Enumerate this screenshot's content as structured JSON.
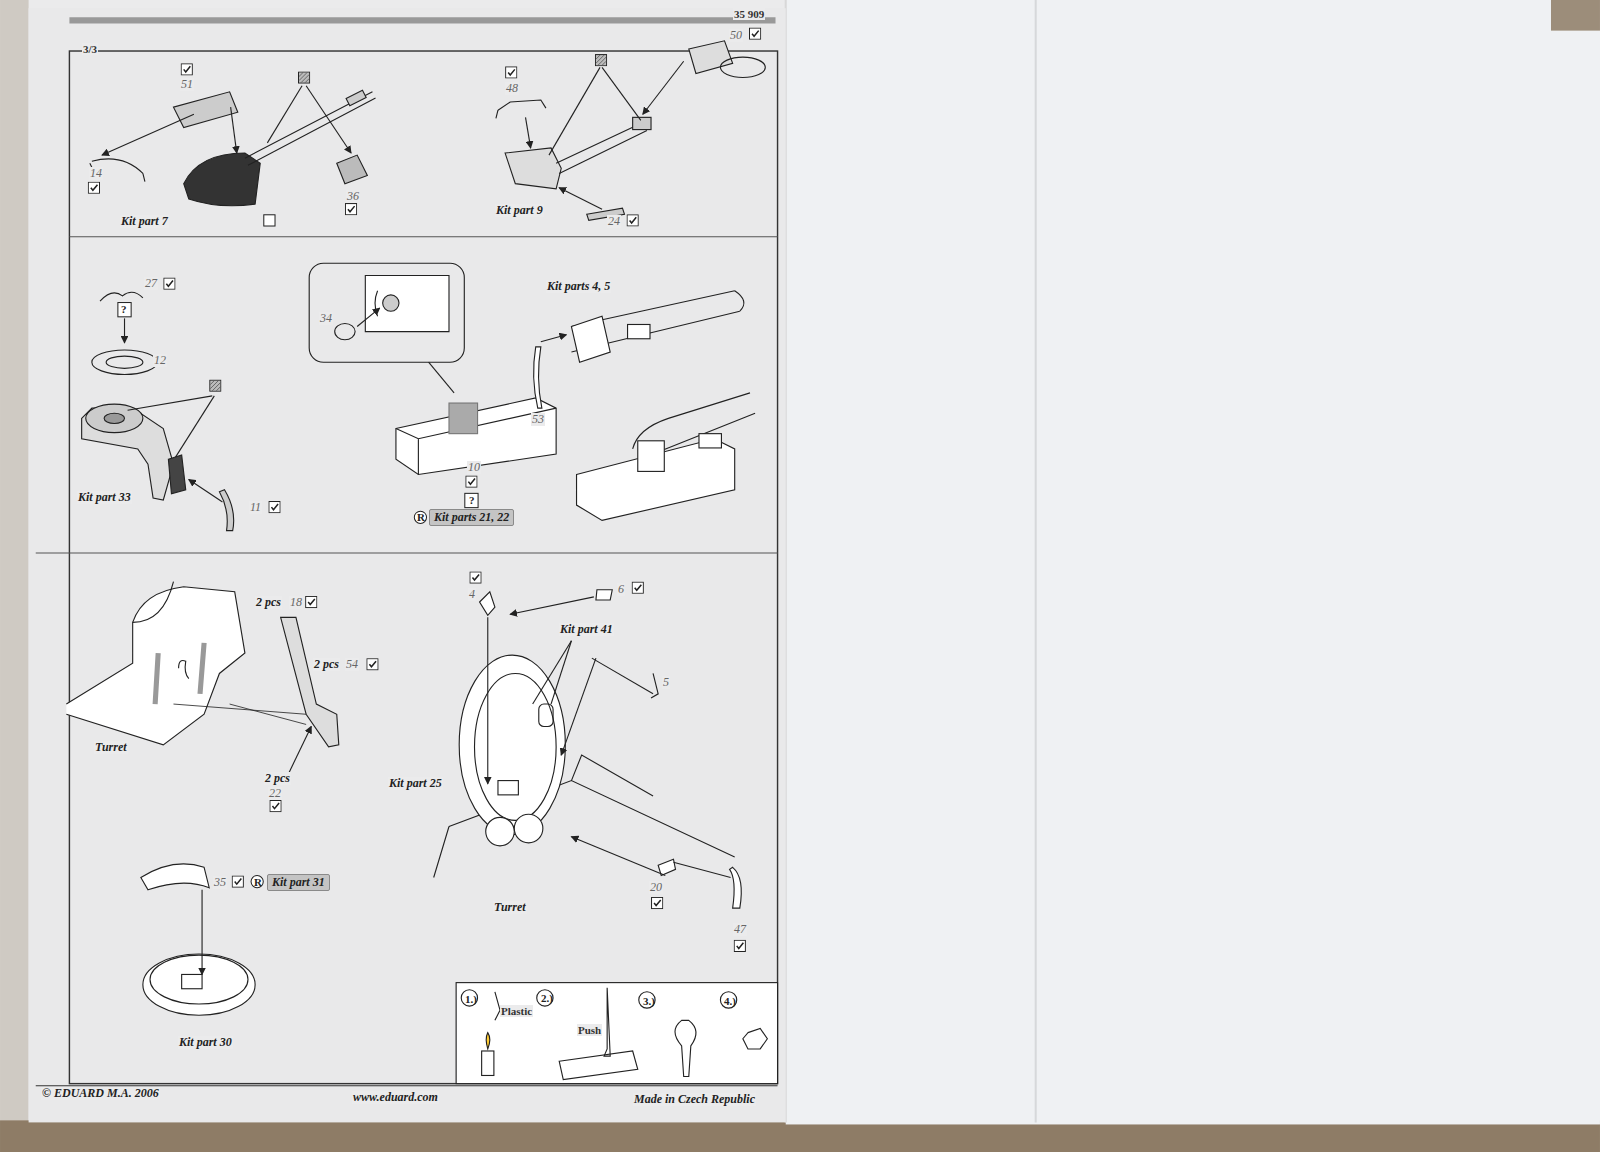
{
  "diagram": {
    "nodes": [
      {
        "text": [
          "Kit parts 21, 22"
        ]
      },
      {
        "text": [
          "Kit part 31"
        ]
      }
    ],
    "labels": [
      "35 909",
      "3/3",
      "51",
      "14",
      "36",
      "Kit part 7",
      "48",
      "50",
      "Kit part 9",
      "24",
      "27",
      "?",
      "12",
      "Kit part 33",
      "11",
      "34",
      "Kit parts 4, 5",
      "53",
      "10",
      "?",
      "R",
      "2 pcs",
      "18",
      "2 pcs",
      "54",
      "Turret",
      "2 pcs",
      "22",
      "4",
      "6",
      "Kit part 41",
      "5",
      "Kit part 25",
      "Turret",
      "20",
      "47",
      "35",
      "R",
      "Kit part 30",
      "1.)",
      "Plastic",
      "2.)",
      "Push",
      "3.)",
      "4.)",
      "© EDUARD M.A. 2006",
      "www.eduard.com",
      "Made in Czech Republic"
    ]
  }
}
